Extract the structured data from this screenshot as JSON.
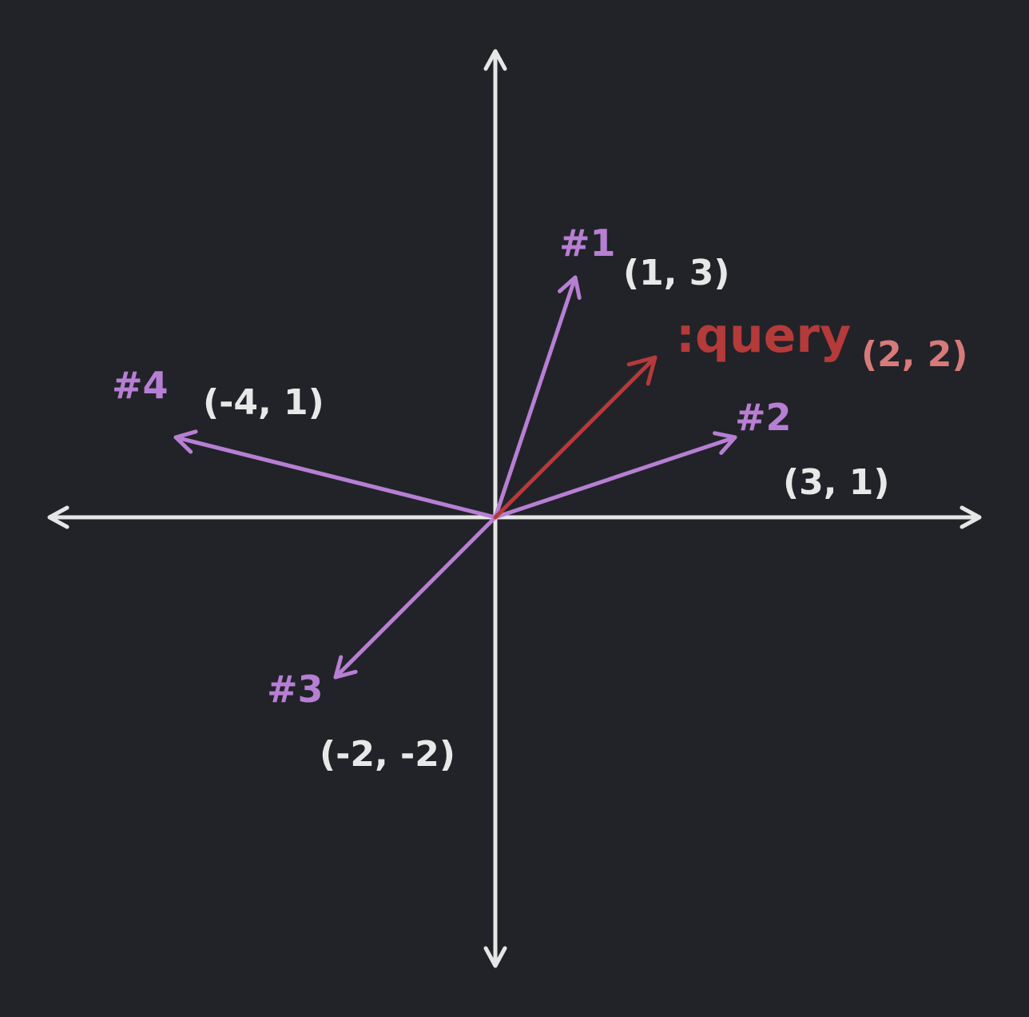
{
  "colors": {
    "background": "#212328",
    "axes": "#e6e6e6",
    "vector": "#b77fd3",
    "query": "#b53a3a",
    "query_subscript": "#d77a7a",
    "coordinate_text": "#e8e8e8"
  },
  "vectors": [
    {
      "label": "#1",
      "coord_text": "(1, 3)",
      "x": 1,
      "y": 3
    },
    {
      "label": "#2",
      "coord_text": "(3, 1)",
      "x": 3,
      "y": 1
    },
    {
      "label": "#3",
      "coord_text": "(-2, -2)",
      "x": -2,
      "y": -2
    },
    {
      "label": "#4",
      "coord_text": "(-4, 1)",
      "x": -4,
      "y": 1
    }
  ],
  "query": {
    "label": ":query",
    "coord_text": "(2, 2)",
    "x": 2,
    "y": 2
  }
}
